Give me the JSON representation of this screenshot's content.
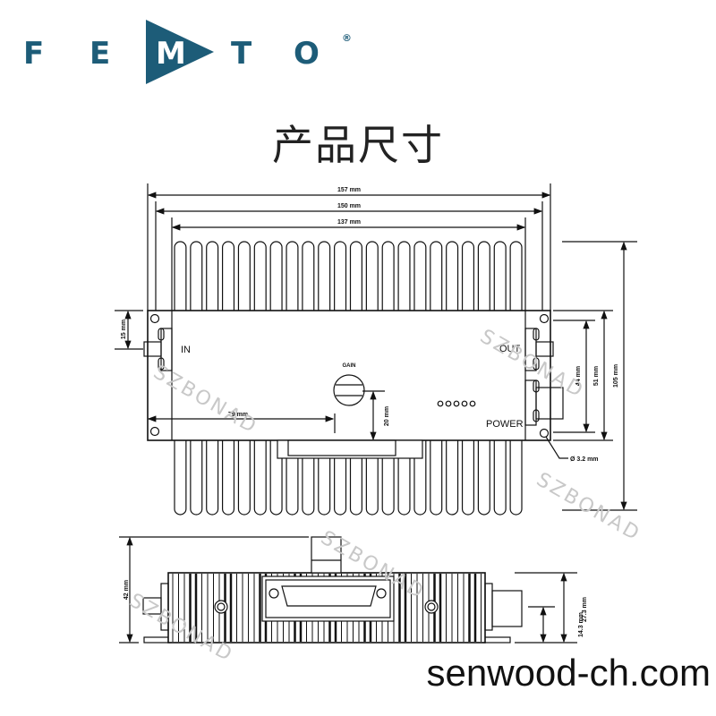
{
  "logo": {
    "letters": [
      "F",
      "E",
      "M",
      "T",
      "O"
    ],
    "registered": "®",
    "brand_color": "#1d5c78"
  },
  "title": "产品尺寸",
  "top_view": {
    "dimensions": {
      "width_overall": "157 mm",
      "width_mount": "150 mm",
      "width_body": "137 mm",
      "height_overall": "105 mm",
      "height_plate": "51 mm",
      "hole_spacing": "44 mm",
      "in_offset": "15 mm",
      "gain_offset": "79 mm",
      "gain_height": "20 mm",
      "hole_diameter": "Ø 3.2 mm"
    },
    "labels": {
      "in": "IN",
      "out": "OUT",
      "power": "POWER",
      "gain": "GAIN"
    }
  },
  "side_view": {
    "dimensions": {
      "height_total": "42 mm",
      "height_body": "27.3 mm",
      "connector_height": "14.3 mm"
    }
  },
  "watermark": "SZBONAD",
  "footer": "senwood-ch.com"
}
